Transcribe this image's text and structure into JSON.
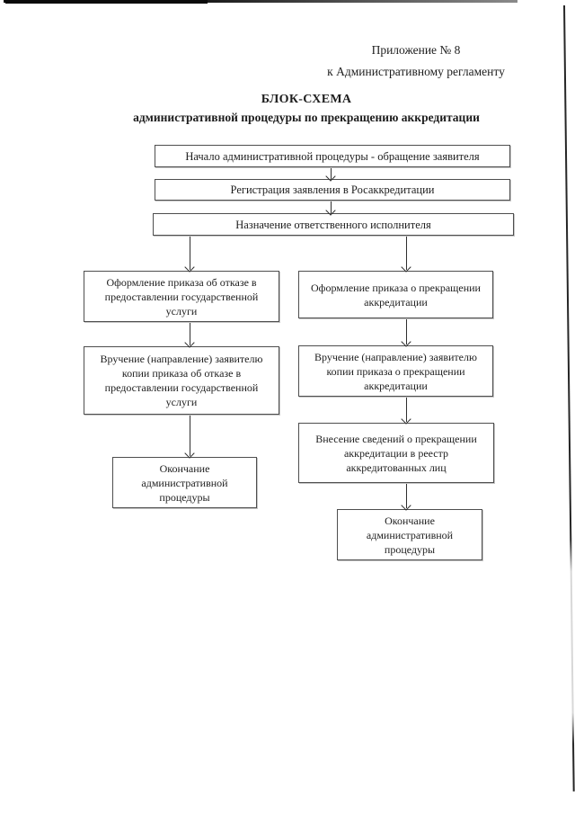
{
  "colors": {
    "ink": "#1d1d1d",
    "box_border": "#4e4e4e",
    "arrow": "#2f2f2f",
    "page_bg": "#ffffff"
  },
  "header": {
    "line1": "Приложение № 8",
    "line2": "к Административному регламенту"
  },
  "title": {
    "line1": "БЛОК-СХЕМА",
    "line2": "административной процедуры по прекращению аккредитации"
  },
  "nodes": {
    "start": {
      "text": "Начало административной процедуры - обращение заявителя"
    },
    "register": {
      "text": "Регистрация заявления в Росаккредитации"
    },
    "assign": {
      "text": "Назначение ответственного исполнителя"
    },
    "refusal_order": {
      "text": "Оформление приказа об отказе в\nпредоставлении государственной\nуслуги"
    },
    "termination_order": {
      "text": "Оформление приказа о прекращении\nаккредитации"
    },
    "refusal_copy": {
      "text": "Вручение (направление) заявителю\nкопии приказа об отказе в\nпредоставлении государственной\nуслуги"
    },
    "termination_copy": {
      "text": "Вручение (направление) заявителю\nкопии приказа о прекращении\nаккредитации"
    },
    "registry_entry": {
      "text": "Внесение сведений о прекращении\nаккредитации в реестр\nаккредитованных лиц"
    },
    "end_left": {
      "text": "Окончание\nадминистративной\nпроцедуры"
    },
    "end_right": {
      "text": "Окончание\nадминистративной\nпроцедуры"
    }
  },
  "edges": [
    {
      "from": "start",
      "to": "register"
    },
    {
      "from": "register",
      "to": "assign"
    },
    {
      "from": "assign",
      "to": "refusal_order"
    },
    {
      "from": "assign",
      "to": "termination_order"
    },
    {
      "from": "refusal_order",
      "to": "refusal_copy"
    },
    {
      "from": "refusal_copy",
      "to": "end_left"
    },
    {
      "from": "termination_order",
      "to": "termination_copy"
    },
    {
      "from": "termination_copy",
      "to": "registry_entry"
    },
    {
      "from": "registry_entry",
      "to": "end_right"
    }
  ]
}
